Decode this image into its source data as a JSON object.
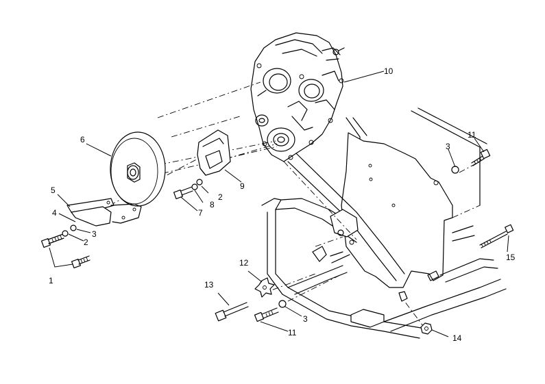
{
  "callouts": [
    {
      "id": "c1",
      "label": "1"
    },
    {
      "id": "c2a",
      "label": "2"
    },
    {
      "id": "c2b",
      "label": "2"
    },
    {
      "id": "c3a",
      "label": "3"
    },
    {
      "id": "c3b",
      "label": "3"
    },
    {
      "id": "c3c",
      "label": "3"
    },
    {
      "id": "c4",
      "label": "4"
    },
    {
      "id": "c5",
      "label": "5"
    },
    {
      "id": "c6",
      "label": "6"
    },
    {
      "id": "c7",
      "label": "7"
    },
    {
      "id": "c8",
      "label": "8"
    },
    {
      "id": "c9",
      "label": "9"
    },
    {
      "id": "c10",
      "label": "10"
    },
    {
      "id": "c11a",
      "label": "11"
    },
    {
      "id": "c11b",
      "label": "11"
    },
    {
      "id": "c12",
      "label": "12"
    },
    {
      "id": "c13",
      "label": "13"
    },
    {
      "id": "c14",
      "label": "14"
    },
    {
      "id": "c15",
      "label": "15"
    }
  ]
}
